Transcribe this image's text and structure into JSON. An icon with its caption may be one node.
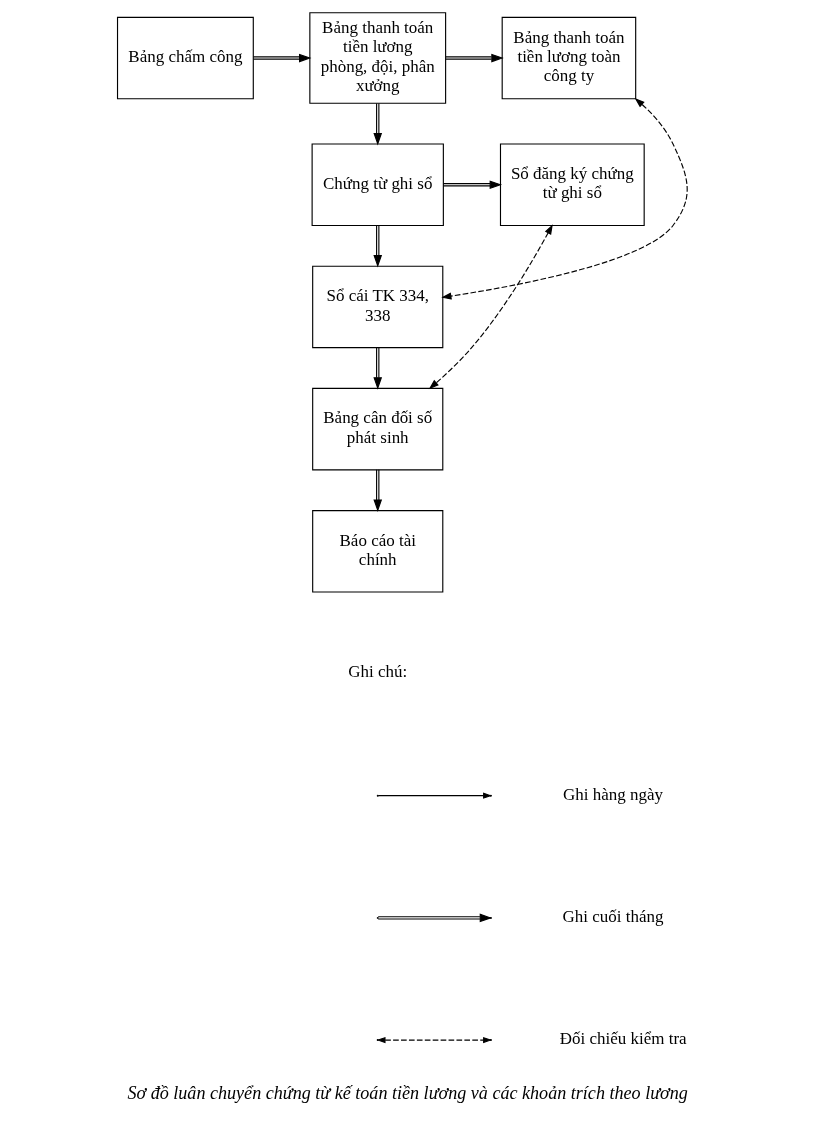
{
  "diagram": {
    "caption": "Sơ đồ luân chuyển chứng từ kế toán tiền lương và các khoản trích theo lương",
    "nodes": [
      {
        "text": [
          "Bảng chấm công"
        ]
      },
      {
        "text": [
          "Bảng thanh toán tiền lương phòng, đội, phân xưởng"
        ]
      },
      {
        "text": [
          "Bảng thanh toán tiền lương toàn công ty"
        ]
      },
      {
        "text": [
          "Sổ đăng ký chứng từ ghi sổ"
        ]
      },
      {
        "text": [
          "Chứng từ ghi sổ"
        ]
      },
      {
        "text": [
          "Sổ cái TK 334, 338"
        ]
      },
      {
        "text": [
          "Bảng cân đối số phát sinh"
        ]
      },
      {
        "text": [
          "Báo cáo tài chính"
        ]
      }
    ],
    "edges": [
      {
        "from": 0,
        "to": 1,
        "arrow": "to"
      },
      {
        "from": 1,
        "to": 2,
        "arrow": "to"
      },
      {
        "from": 1,
        "to": 4,
        "arrow": "to"
      },
      {
        "from": 4,
        "to": 3,
        "arrow": "to"
      },
      {
        "from": 4,
        "to": 5,
        "arrow": "to"
      },
      {
        "from": 2,
        "to": 5,
        "arrow": "both",
        "style": "dashed"
      },
      {
        "from": 5,
        "to": 6,
        "arrow": "to"
      },
      {
        "from": 3,
        "to": 6,
        "arrow": "both",
        "style": "dashed"
      },
      {
        "from": 6,
        "to": 7,
        "arrow": "to"
      }
    ],
    "labels": [
      "Ghi chú:"
    ],
    "legend": [
      {
        "text": "Ghi hàng ngày"
      },
      {
        "text": "Ghi cuối tháng"
      },
      {
        "text": "Đối chiếu kiểm tra"
      }
    ]
  }
}
